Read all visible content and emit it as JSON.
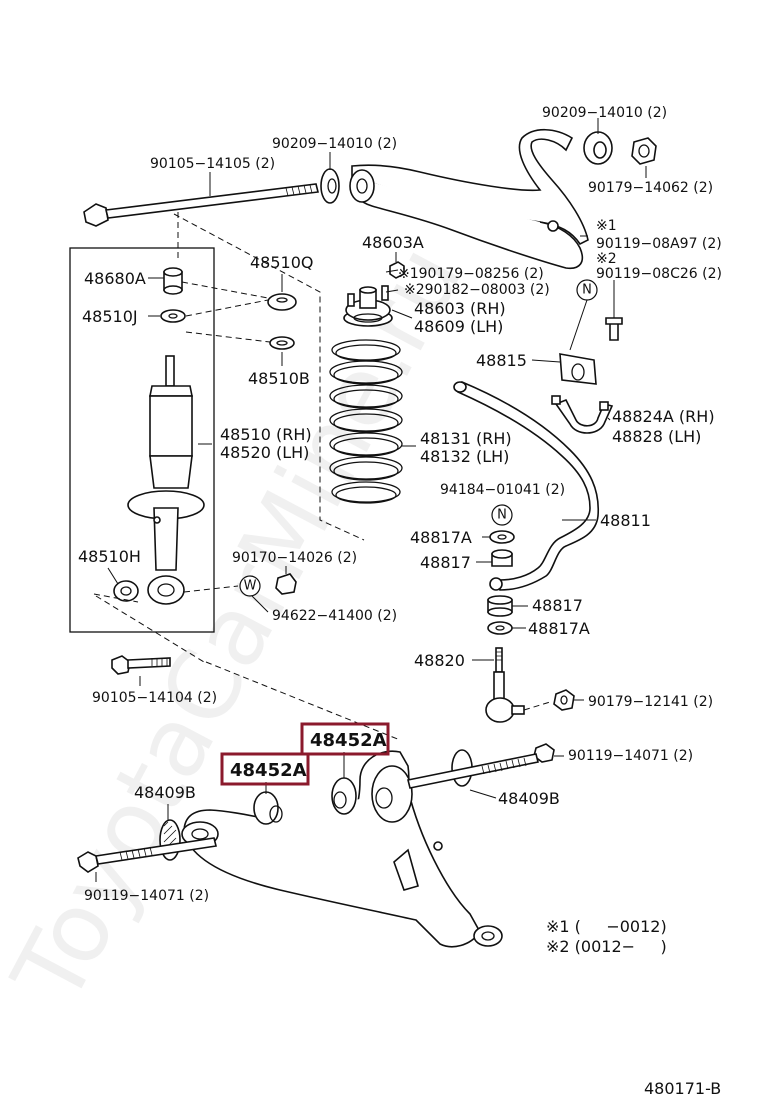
{
  "diagram": {
    "watermark": "ToyotaCarMine.ru",
    "figure_number": "480171-B",
    "highlight_color": "#8b1a2c",
    "circle_marks": {
      "n": "N",
      "w": "W"
    },
    "labels": {
      "p90209_14010_top": "90209−14010 (2)",
      "p90179_14062": "90179−14062 (2)",
      "p90209_14010_left": "90209−14010 (2)",
      "p90105_14105": "90105−14105 (2)",
      "note1_mark": "※1",
      "p90119_08A97": "90119−08A97 (2)",
      "note2_mark": "※2",
      "p90119_08C26": "90119−08C26 (2)",
      "p48603A": "48603A",
      "p190179_08256": "※190179−08256 (2)",
      "p290182_08003": "※290182−08003 (2)",
      "p48603_rh": "48603 (RH)",
      "p48609_lh": "48609 (LH)",
      "p48680A": "48680A",
      "p48510Q": "48510Q",
      "p48510J": "48510J",
      "p48510B": "48510B",
      "p48815": "48815",
      "p48824A_rh": "48824A (RH)",
      "p48828_lh": "48828  (LH)",
      "p48510_rh": "48510 (RH)",
      "p48520_lh": "48520 (LH)",
      "p48131_rh": "48131 (RH)",
      "p48132_lh": "48132 (LH)",
      "p94184_01041": "94184−01041 (2)",
      "p48811": "48811",
      "p48510H": "48510H",
      "p90170_14026": "90170−14026 (2)",
      "p48817A_top": "48817A",
      "p48817_top": "48817",
      "p94622_41400": "94622−41400 (2)",
      "p48817_bottom": "48817",
      "p48817A_bottom": "48817A",
      "p48820": "48820",
      "p90105_14104": "90105−14104 (2)",
      "p90179_12141": "90179−12141 (2)",
      "p48452A_right": "48452A",
      "p90119_14071_right": "90119−14071 (2)",
      "p48452A_left": "48452A",
      "p48409B_left": "48409B",
      "p48409B_right": "48409B",
      "p90119_14071_left": "90119−14071 (2)",
      "footnote1": "※1 (     −0012)",
      "footnote2": "※2 (0012−     )"
    }
  }
}
